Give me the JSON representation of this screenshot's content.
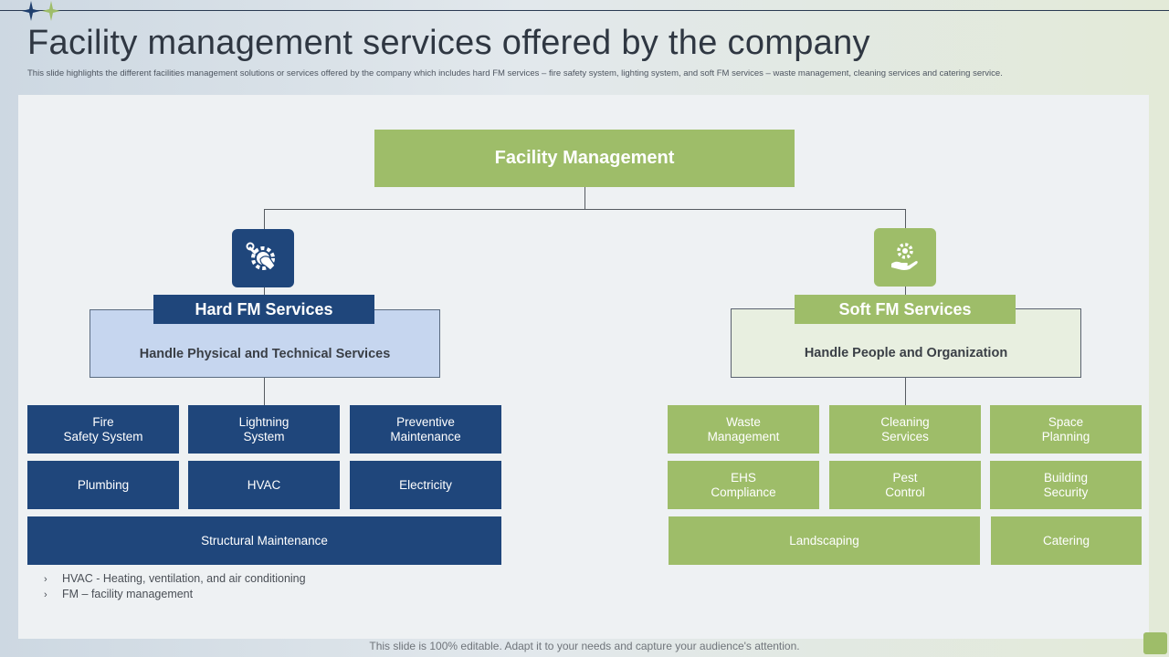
{
  "header": {
    "title": "Facility management services offered by the company",
    "subtitle": "This slide highlights the different facilities management solutions or services offered by the company which includes hard FM  services – fire safety system, lighting system, and soft FM  services – waste management, cleaning services and catering service."
  },
  "diagram": {
    "root": "Facility Management",
    "hard": {
      "label": "Hard FM Services",
      "description": "Handle Physical and Technical Services",
      "icon": "gear-wrench-hand-icon",
      "items": [
        "Fire\nSafety System",
        "Lightning\nSystem",
        "Preventive\nMaintenance",
        "Plumbing",
        "HVAC",
        "Electricity",
        "Structural Maintenance"
      ]
    },
    "soft": {
      "label": "Soft FM Services",
      "description": "Handle People and Organization",
      "icon": "gear-in-hand-icon",
      "items": [
        "Waste\nManagement",
        "Cleaning\nServices",
        "Space\nPlanning",
        "EHS\nCompliance",
        "Pest\nControl",
        "Building\nSecurity",
        "Landscaping",
        "Catering"
      ]
    }
  },
  "notes": [
    "HVAC - Heating,  ventilation,  and air conditioning",
    "FM – facility management"
  ],
  "footer": "This slide is 100% editable. Adapt it to your needs and capture your audience's attention.",
  "colors": {
    "navy": "#1f467b",
    "green": "#9ebd69",
    "light_blue": "#c6d6ef",
    "light_green": "#e8efe0"
  }
}
